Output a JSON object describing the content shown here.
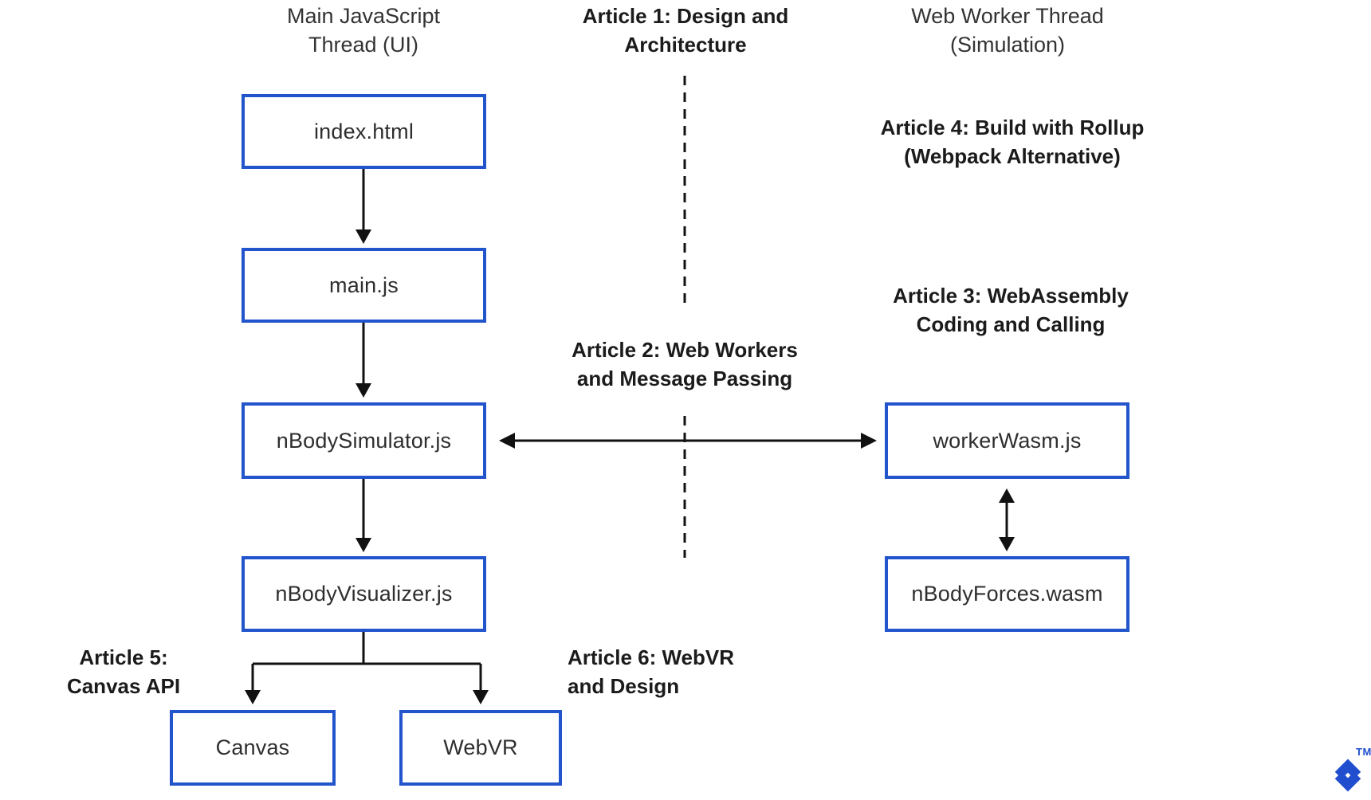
{
  "headers": {
    "left": {
      "line1": "Main JavaScript",
      "line2": "Thread (UI)"
    },
    "middle": {
      "line1": "Article 1: Design and",
      "line2": "Architecture"
    },
    "right": {
      "line1": "Web Worker Thread",
      "line2": "(Simulation)"
    }
  },
  "articles": {
    "article2": {
      "line1": "Article 2: Web Workers",
      "line2": "and Message Passing"
    },
    "article3": {
      "line1": "Article 3: WebAssembly",
      "line2": "Coding and Calling"
    },
    "article4": {
      "line1": "Article 4: Build with Rollup",
      "line2": "(Webpack Alternative)"
    },
    "article5": {
      "line1": "Article 5:",
      "line2": "Canvas API"
    },
    "article6": {
      "line1": "Article 6: WebVR",
      "line2": "and Design"
    }
  },
  "nodes": {
    "index_html": "index.html",
    "main_js": "main.js",
    "nbody_simulator": "nBodySimulator.js",
    "nbody_visualizer": "nBodyVisualizer.js",
    "worker_wasm": "workerWasm.js",
    "nbody_forces": "nBodyForces.wasm",
    "canvas": "Canvas",
    "webvr": "WebVR"
  },
  "branding": {
    "trademark": "TM",
    "logo_icon": "toptal-mark-icon"
  },
  "colors": {
    "box_border": "#2254cb",
    "logo_blue": "#204ecf",
    "connector_black": "#111111",
    "text_regular": "#333333",
    "text_bold": "#1b1b1b",
    "background": "#ffffff"
  }
}
